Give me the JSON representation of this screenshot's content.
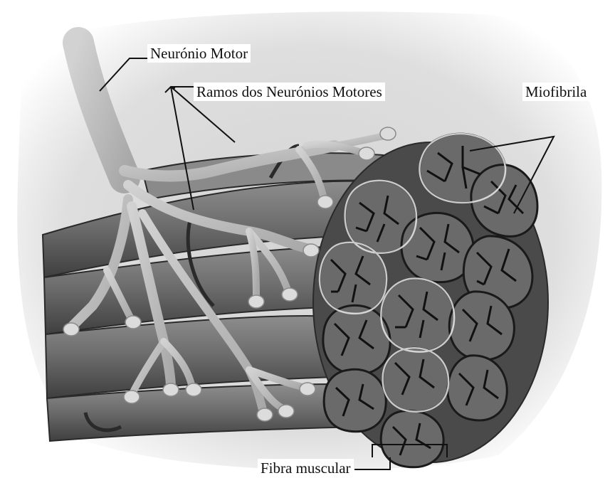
{
  "diagram": {
    "labels": {
      "motor_neuron": "Neurónio Motor",
      "neuron_branches": "Ramos dos Neurónios Motores",
      "myofibril": "Miofibrila",
      "muscle_fiber": "Fibra muscular"
    }
  }
}
